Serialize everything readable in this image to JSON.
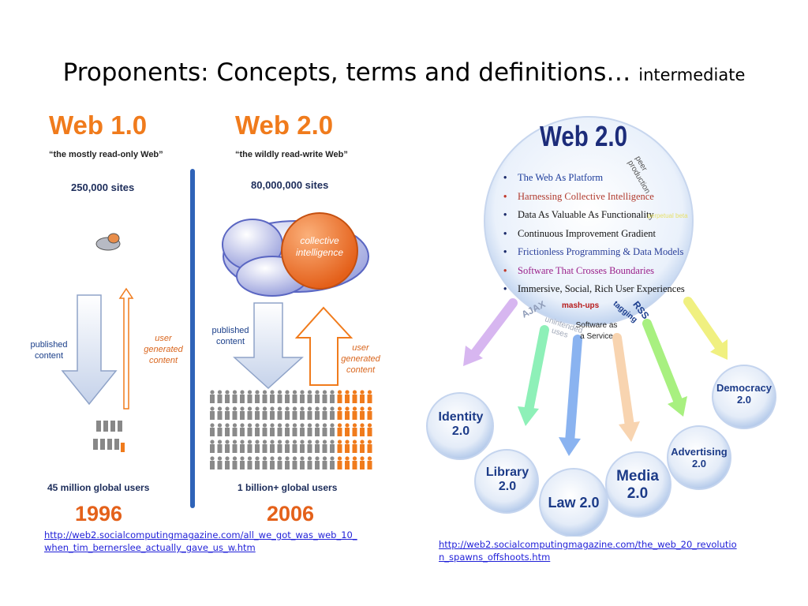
{
  "slide": {
    "title": "Proponents: Concepts, terms and definitions…",
    "subtitle": "intermediate"
  },
  "left_figure": {
    "web1": {
      "heading": "Web 1.0",
      "tagline": "“the mostly read-only Web”",
      "sites": "250,000 sites",
      "down_label": "published content",
      "up_label": "user generated content",
      "users": "45 million global users",
      "year": "1996"
    },
    "web2": {
      "heading": "Web 2.0",
      "tagline": "“the wildly read-write Web”",
      "sites": "80,000,000 sites",
      "cloud_label": "collective intelligence",
      "down_label": "published content",
      "up_label": "user generated content",
      "users": "1 billion+ global users",
      "year": "2006"
    },
    "link": "http://web2.socialcomputingmagazine.com/all_we_got_was_web_10_when_tim_bernerslee_actually_gave_us_w.htm",
    "link_line1": "http://web2.socialcomputingmagazine.com/all_we_got_was_web_10_",
    "link_line2": "when_tim_bernerslee_actually_gave_us_w.htm"
  },
  "right_figure": {
    "heading": "Web 2.0",
    "bullets": [
      {
        "text": "The Web As Platform",
        "color": "#1a3a9a"
      },
      {
        "text": "Harnessing Collective Intelligence",
        "color": "#b03a2e"
      },
      {
        "text": "Data As Valuable As Functionality",
        "color": "#111111"
      },
      {
        "text": "Continuous Improvement Gradient",
        "color": "#111111"
      },
      {
        "text": "Frictionless Programming & Data Models",
        "color": "#2a3f9a"
      },
      {
        "text": "Software That Crosses Boundaries",
        "color": "#9a1f8a"
      },
      {
        "text": "Immersive, Social, Rich User Experiences",
        "color": "#111111"
      }
    ],
    "tags": {
      "peer_production": "peer production",
      "yellow_tag": "perpetual beta",
      "ajax": "AJAX",
      "mashups": "mash-ups",
      "rss": "RSS",
      "tagging": "tagging",
      "unintended": "unintended uses",
      "saas": "Software as a Service"
    },
    "offshoots": [
      {
        "line1": "Identity",
        "line2": "2.0"
      },
      {
        "line1": "Library",
        "line2": "2.0"
      },
      {
        "line1": "Law 2.0",
        "line2": ""
      },
      {
        "line1": "Media",
        "line2": "2.0"
      },
      {
        "line1": "Advertising",
        "line2": "2.0"
      },
      {
        "line1": "Democracy",
        "line2": "2.0"
      }
    ],
    "link_line1": "http://web2.socialcomputingmagazine.com/the_web_20_revolutio",
    "link_line2": "n_spawns_offshoots.htm"
  },
  "colors": {
    "orange": "#f07b1c",
    "navy": "#1c3e8e",
    "bubble_fill": "#dfe9f7",
    "divider": "#2f63b8"
  }
}
